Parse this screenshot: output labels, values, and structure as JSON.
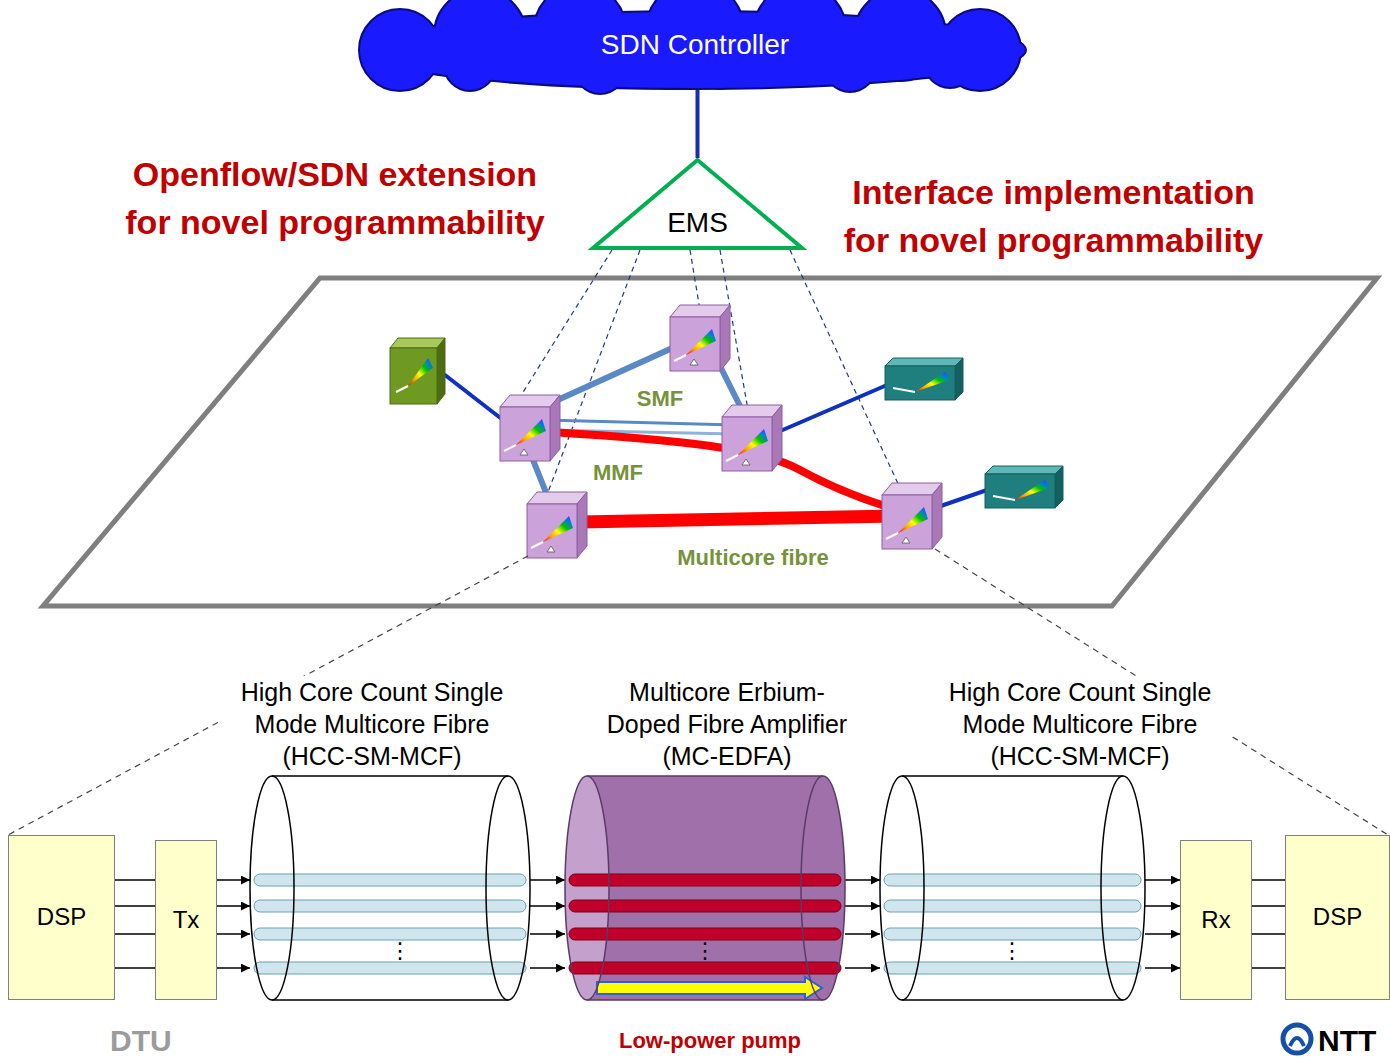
{
  "diagram": {
    "nodes": [
      {
        "text": [
          "SDN Controller"
        ]
      },
      {
        "text": [
          "EMS"
        ]
      },
      {
        "text": [
          "DSP"
        ]
      },
      {
        "text": [
          "Tx"
        ]
      },
      {
        "text": [
          "High Core Count Single Mode Multicore Fibre (HCC-SM-MCF)"
        ]
      },
      {
        "text": [
          "Multicore Erbium-Doped Fibre Amplifier (MC-EDFA)"
        ]
      },
      {
        "text": [
          "High Core Count Single Mode Multicore Fibre (HCC-SM-MCF)"
        ]
      },
      {
        "text": [
          "Rx"
        ]
      },
      {
        "text": [
          "DSP"
        ]
      }
    ],
    "edges": [
      {
        "from": 0,
        "to": 1,
        "arrow": "none"
      },
      {
        "from": 2,
        "to": 3,
        "arrow": "none"
      },
      {
        "from": 3,
        "to": 4,
        "arrow": "to"
      },
      {
        "from": 4,
        "to": 5,
        "arrow": "to"
      },
      {
        "from": 5,
        "to": 6,
        "arrow": "to"
      },
      {
        "from": 6,
        "to": 7,
        "arrow": "to"
      },
      {
        "from": 7,
        "to": 8,
        "arrow": "none"
      }
    ],
    "labels": [
      "Openflow/SDN extension for novel programmability",
      "Interface implementation for novel programmability",
      "SMF",
      "MMF",
      "Multicore fibre",
      "⋮",
      "⋮",
      "⋮",
      "Low-power pump",
      "DTU",
      "NTT"
    ]
  }
}
